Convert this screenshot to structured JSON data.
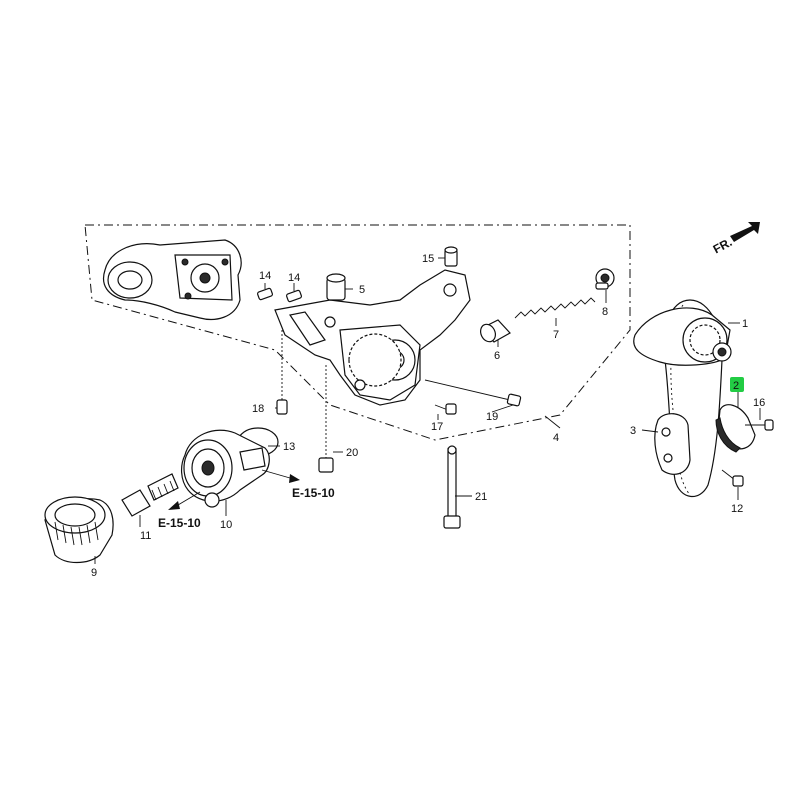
{
  "diagram": {
    "callouts": [
      {
        "id": "c1",
        "text": "1"
      },
      {
        "id": "c2",
        "text": "2",
        "highlight": "#22cc44"
      },
      {
        "id": "c3",
        "text": "3"
      },
      {
        "id": "c4",
        "text": "4"
      },
      {
        "id": "c5",
        "text": "5"
      },
      {
        "id": "c6",
        "text": "6"
      },
      {
        "id": "c7",
        "text": "7"
      },
      {
        "id": "c8",
        "text": "8"
      },
      {
        "id": "c9",
        "text": "9"
      },
      {
        "id": "c10",
        "text": "10"
      },
      {
        "id": "c11",
        "text": "11"
      },
      {
        "id": "c12",
        "text": "12"
      },
      {
        "id": "c13",
        "text": "13"
      },
      {
        "id": "c14a",
        "text": "14"
      },
      {
        "id": "c14b",
        "text": "14"
      },
      {
        "id": "c15",
        "text": "15"
      },
      {
        "id": "c16",
        "text": "16"
      },
      {
        "id": "c17",
        "text": "17"
      },
      {
        "id": "c18",
        "text": "18"
      },
      {
        "id": "c19",
        "text": "19"
      },
      {
        "id": "c20",
        "text": "20"
      },
      {
        "id": "c21",
        "text": "21"
      }
    ],
    "references": [
      {
        "id": "r1",
        "text": "E-15-10"
      },
      {
        "id": "r2",
        "text": "E-15-10"
      }
    ],
    "front_arrow": "FR.",
    "highlight_color": "#22cc44"
  }
}
